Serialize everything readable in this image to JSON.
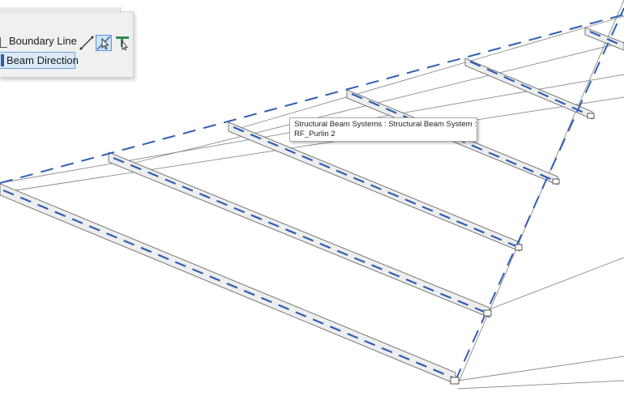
{
  "draw_panel": {
    "boundary_line_label": "Boundary Line",
    "beam_direction_label": "Beam Direction",
    "tools": [
      {
        "icon": "line-icon"
      },
      {
        "icon": "pick-lines-icon",
        "active": true
      },
      {
        "icon": "pick-supports-icon"
      }
    ]
  },
  "tooltip": {
    "line1": "Structural Beam Systems : Structural Beam System :",
    "line2": "RF_Purlin 2"
  },
  "colors": {
    "sketch_blue": "#2f5fb3",
    "beam_fill": "#eeeeee",
    "beam_edge": "#5a5a5a",
    "selection_blue": "#cfe2f6"
  }
}
